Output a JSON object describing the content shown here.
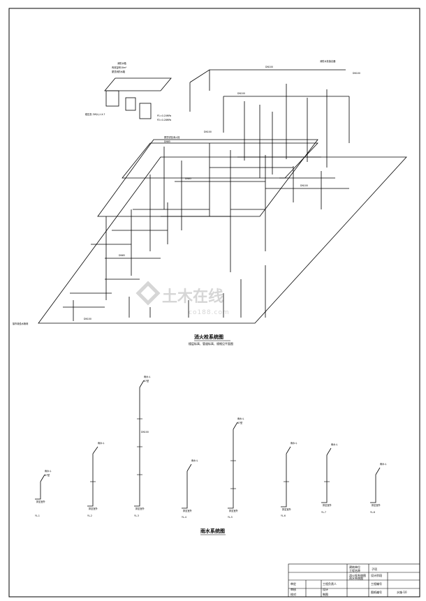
{
  "fire_diagram": {
    "title": "消火栓系统图",
    "subtitle": "楼层标高、管道标高、规格见平面图",
    "notes": {
      "top_right_1": "消防水泵接合器",
      "top_right_2": "DN100",
      "tank_1": "消防水箱",
      "tank_2": "有效容积18m³",
      "tank_3": "屋顶消防水箱",
      "pump_1": "稳压泵 ZW(L)-I-X-7",
      "pump_2": "P1=0.20MPa",
      "pump_3": "P2=0.28MPa",
      "left_1": "屋顶试验消火栓",
      "left_2": "DN65",
      "label_3": "DN100",
      "inlet": "接市政给水管网"
    },
    "pipe_labels": [
      "DN100",
      "DN100",
      "DN100",
      "DN65",
      "DN65",
      "DN100"
    ]
  },
  "rain_diagram": {
    "title": "雨水系统图",
    "top_label": "雨水斗",
    "label_2": "87型",
    "bottom_label": "排至室外",
    "pipe_label": "DN100",
    "stacks": [
      {
        "id": "YL-1"
      },
      {
        "id": "YL-2"
      },
      {
        "id": "YL-3"
      },
      {
        "id": "YL-4"
      },
      {
        "id": "YL-5"
      },
      {
        "id": "YL-6"
      },
      {
        "id": "YL-7"
      },
      {
        "id": "YL-8"
      }
    ]
  },
  "watermark": {
    "text": "土木在线",
    "url": "co188.com"
  },
  "title_block": {
    "header_1": "建筑单位",
    "header_2": "工程名称",
    "header_3": "子项",
    "drawing_title_1": "消火栓系统图",
    "drawing_title_2": "雨水系统图",
    "rows": [
      "审定",
      "审核",
      "校对"
    ],
    "mid_rows": [
      "工程负责人",
      "设计",
      "制图"
    ],
    "right_rows": [
      "设计阶段",
      "工程编号",
      "图纸编号"
    ],
    "sheet_no": "水施-10"
  }
}
